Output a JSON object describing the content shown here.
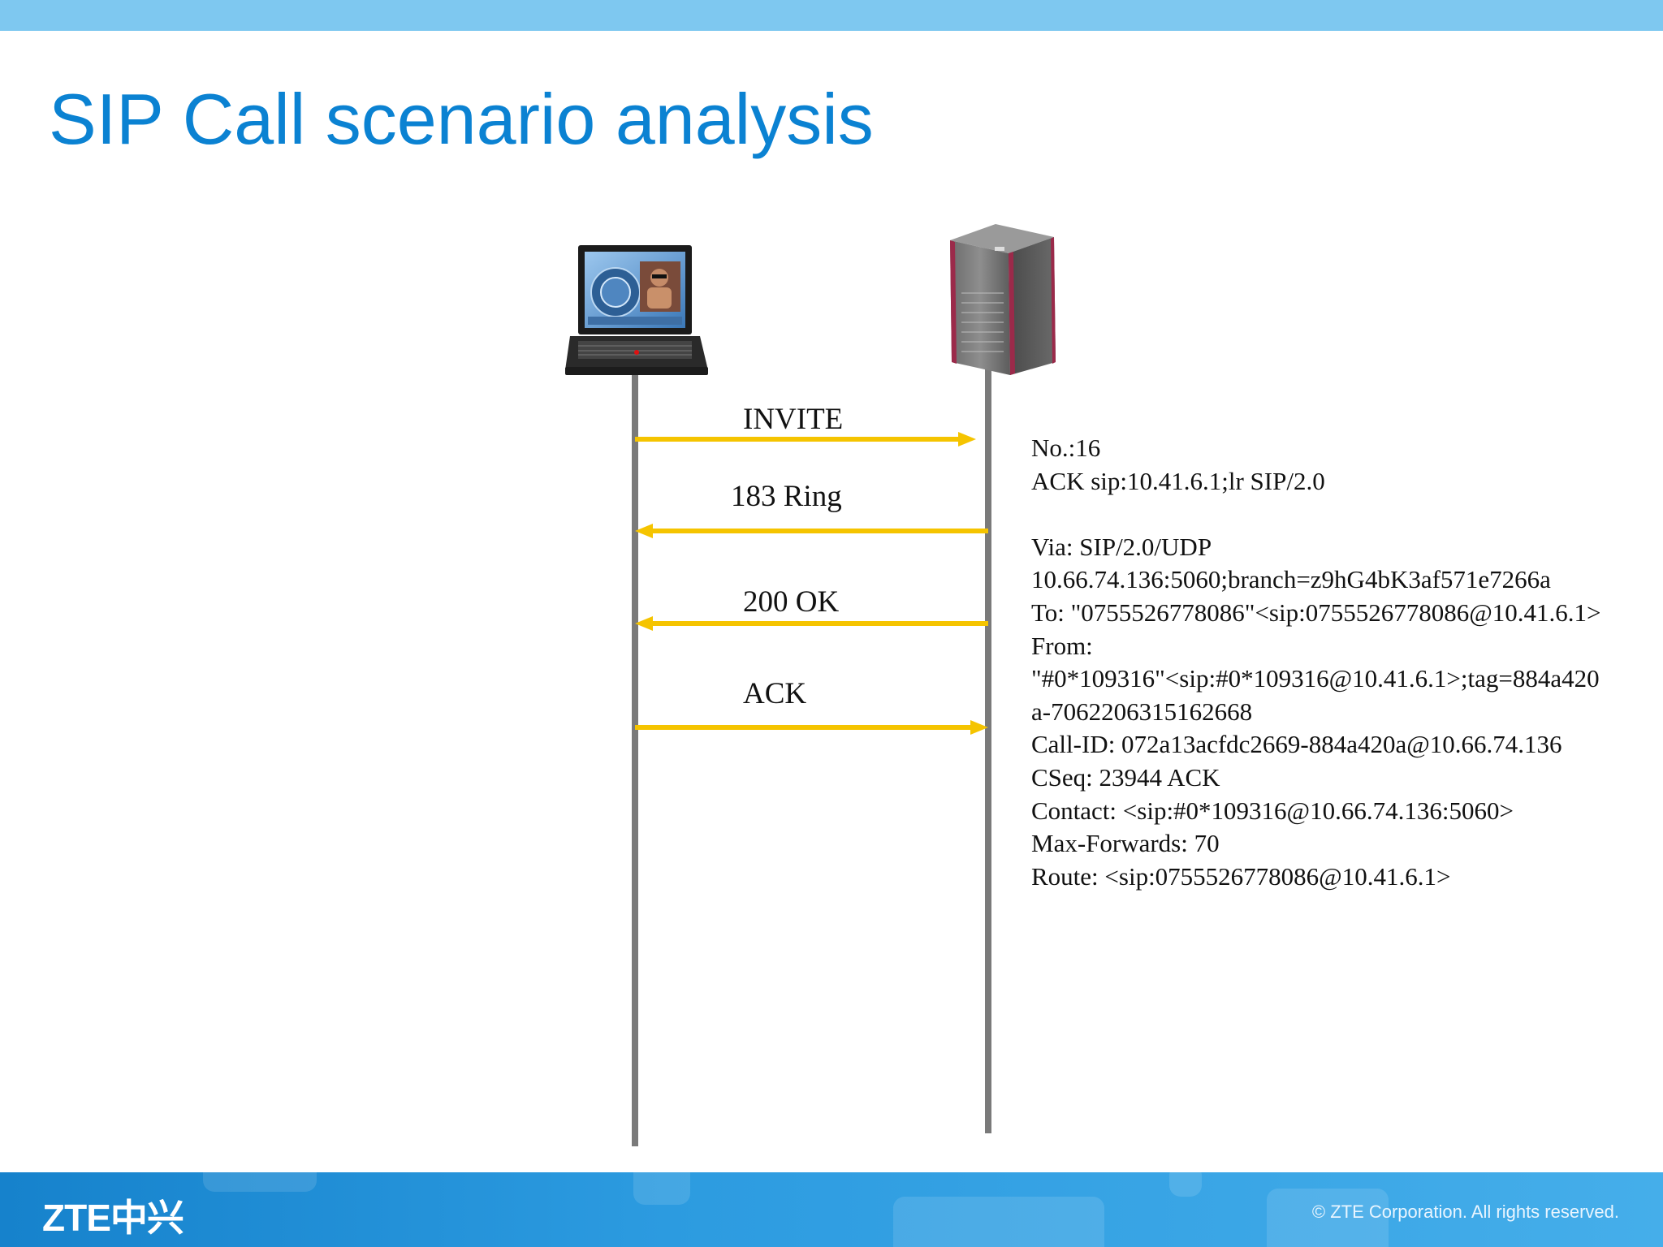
{
  "title": "SIP Call scenario analysis",
  "colors": {
    "accent": "#0b82d2",
    "arrow": "#f5c400",
    "lifeline": "#7a7a7a",
    "footer": "#1682cc"
  },
  "icons": {
    "left_endpoint": "laptop-icon",
    "right_endpoint": "server-cabinet-icon"
  },
  "messages": [
    {
      "label": "INVITE",
      "direction": "left-to-right"
    },
    {
      "label": "183  Ring",
      "direction": "right-to-left"
    },
    {
      "label": "200 OK",
      "direction": "right-to-left"
    },
    {
      "label": "ACK",
      "direction": "left-to-right"
    }
  ],
  "sip_message": {
    "lines": [
      "No.:16",
      "ACK sip:10.41.6.1;lr SIP/2.0",
      "",
      "Via: SIP/2.0/UDP",
      "10.66.74.136:5060;branch=z9hG4bK3af571e7266a",
      "To: \"0755526778086\"<sip:0755526778086@10.41.6.1>",
      "From:",
      "\"#0*109316\"<sip:#0*109316@10.41.6.1>;tag=884a420",
      "a-7062206315162668",
      "Call-ID: 072a13acfdc2669-884a420a@10.66.74.136",
      "CSeq: 23944 ACK",
      "Contact: <sip:#0*109316@10.66.74.136:5060>",
      "Max-Forwards: 70",
      "Route: <sip:0755526778086@10.41.6.1>"
    ]
  },
  "footer": {
    "logo": "ZTE中兴",
    "copyright": "© ZTE Corporation. All rights reserved."
  }
}
